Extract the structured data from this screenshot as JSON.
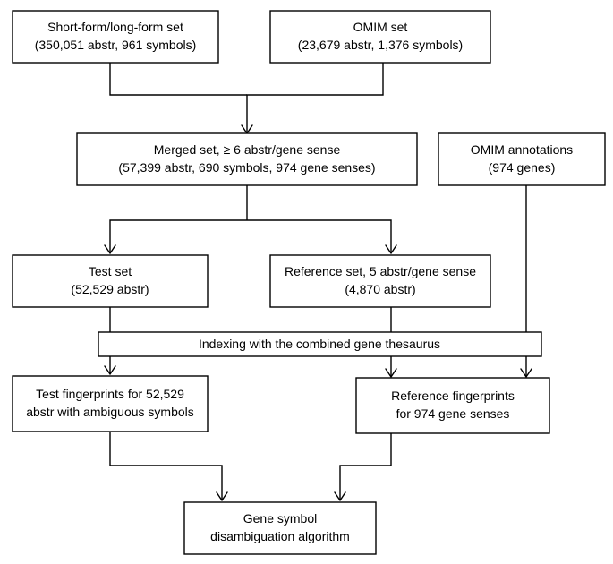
{
  "boxes": {
    "short_long": {
      "line1": "Short-form/long-form set",
      "line2": "(350,051 abstr, 961 symbols)"
    },
    "omim_set": {
      "line1": "OMIM set",
      "line2": "(23,679 abstr, 1,376 symbols)"
    },
    "merged": {
      "line1": "Merged set, ≥ 6 abstr/gene sense",
      "line2": "(57,399 abstr, 690 symbols, 974 gene senses)"
    },
    "omim_annotations": {
      "line1": "OMIM annotations",
      "line2": "(974 genes)"
    },
    "test_set": {
      "line1": "Test set",
      "line2": "(52,529 abstr)"
    },
    "reference_set": {
      "line1": "Reference set, 5 abstr/gene sense",
      "line2": "(4,870 abstr)"
    },
    "indexing": {
      "line1": "Indexing with the combined gene thesaurus"
    },
    "test_fp": {
      "line1": "Test fingerprints for 52,529",
      "line2": "abstr with ambiguous symbols"
    },
    "ref_fp": {
      "line1": "Reference fingerprints",
      "line2": "for 974 gene senses"
    },
    "algorithm": {
      "line1": "Gene symbol",
      "line2": "disambiguation algorithm"
    }
  }
}
